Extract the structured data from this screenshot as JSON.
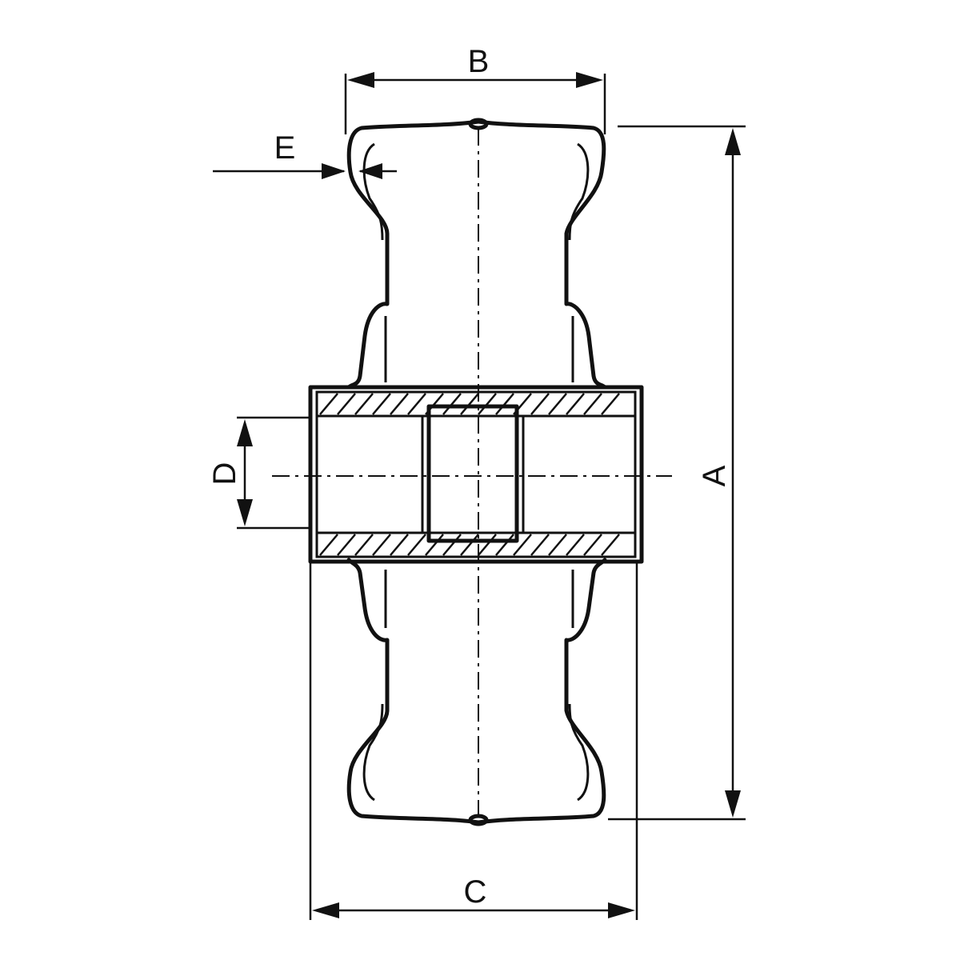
{
  "labels": {
    "A": "A",
    "B": "B",
    "C": "C",
    "D": "D",
    "E": "E"
  },
  "colors": {
    "line": "#111111",
    "background": "#ffffff"
  }
}
